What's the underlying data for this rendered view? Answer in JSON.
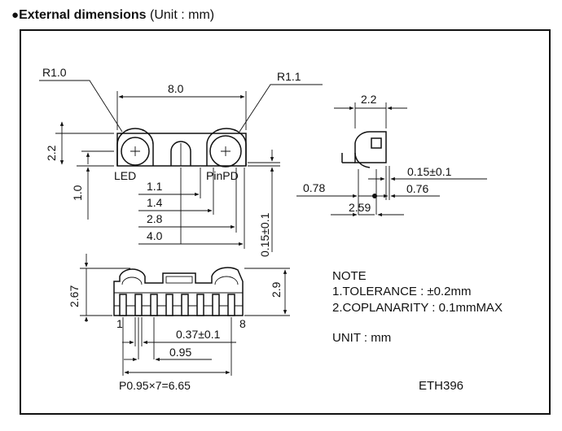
{
  "heading": {
    "bullet": "●",
    "title": "External dimensions",
    "unit": " (Unit : mm)"
  },
  "top_view": {
    "r_left": "R1.0",
    "r_right": "R1.1",
    "width": "8.0",
    "height": "2.2",
    "led_label": "LED",
    "pinpd_label": "PinPD",
    "d_1_0": "1.0",
    "d_1_1": "1.1",
    "d_1_4": "1.4",
    "d_2_8": "2.8",
    "d_4_0": "4.0",
    "d_015": "0.15±0.1"
  },
  "side_view": {
    "width": "2.2",
    "d_015": "0.15±0.1",
    "d_078": "0.78",
    "d_076": "0.76",
    "d_259": "2.59"
  },
  "front_view": {
    "height_left": "2.67",
    "height_right": "2.9",
    "pin_first": "1",
    "pin_last": "8",
    "pin_width": "0.37±0.1",
    "pitch": "0.95",
    "pitch_total": "P0.95×7=6.65"
  },
  "note": {
    "title": "NOTE",
    "tolerance": "1.TOLERANCE : ±0.2mm",
    "coplanarity": "2.COPLANARITY : 0.1mmMAX",
    "unit": "UNIT : mm"
  },
  "part_number": "ETH396"
}
